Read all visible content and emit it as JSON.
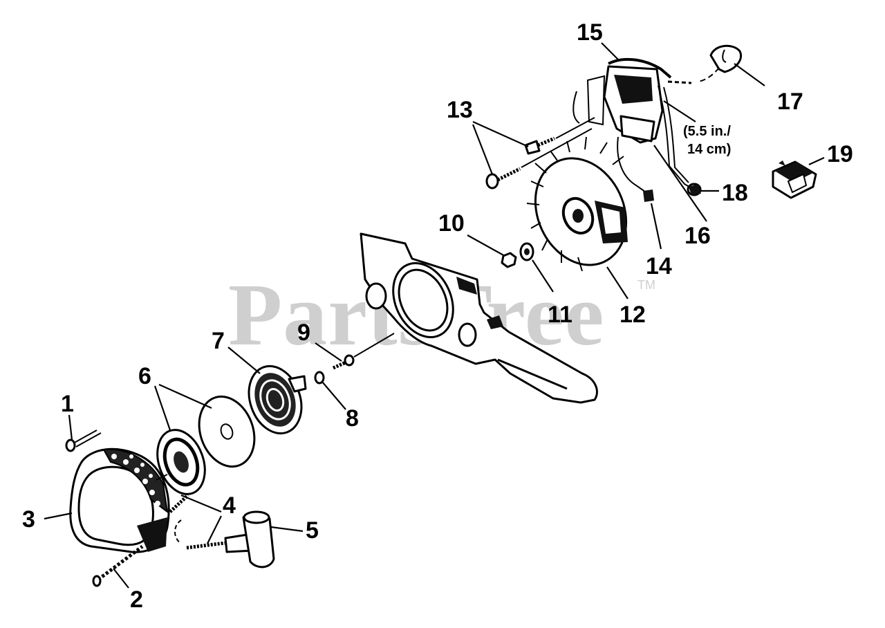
{
  "watermark": {
    "text": "PartsTree",
    "trademark": "TM"
  },
  "callouts": [
    "1",
    "2",
    "3",
    "4",
    "5",
    "6",
    "7",
    "8",
    "9",
    "10",
    "11",
    "12",
    "13",
    "14",
    "15",
    "16",
    "17",
    "18",
    "19"
  ],
  "note": {
    "line1": "(5.5 in./",
    "line2": "14 cm)"
  }
}
